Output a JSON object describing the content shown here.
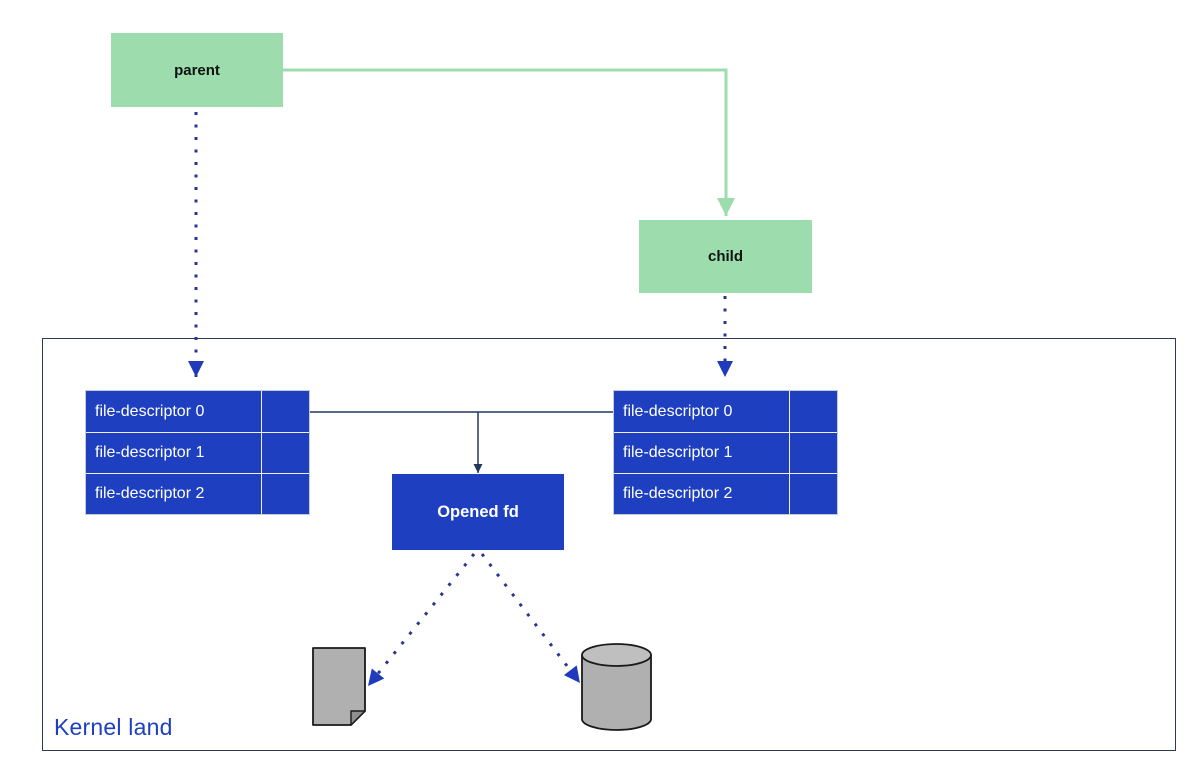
{
  "nodes": {
    "parent": {
      "label": "parent"
    },
    "child": {
      "label": "child"
    },
    "opened_fd": {
      "label": "Opened fd"
    }
  },
  "kernel": {
    "label": "Kernel land"
  },
  "fd_tables": {
    "parent_table": {
      "rows": [
        "file-descriptor 0",
        "file-descriptor 1",
        "file-descriptor 2"
      ]
    },
    "child_table": {
      "rows": [
        "file-descriptor 0",
        "file-descriptor 1",
        "file-descriptor 2"
      ]
    }
  },
  "icons": {
    "file_target": "document-icon",
    "device_target": "database-cylinder-icon"
  },
  "colors": {
    "process_fill": "#9cdcad",
    "fork_arrow_green": "#9cdcad",
    "fd_fill": "#1e3fc0",
    "dotted_arrow_navy": "#2a3590",
    "arrowhead_blue": "#1f3bbb",
    "thin_connector_navy": "#24365e",
    "kernel_border": "#2d3a55",
    "kernel_label_blue": "#1e40c0",
    "icon_gray": "#b0b0b0"
  }
}
